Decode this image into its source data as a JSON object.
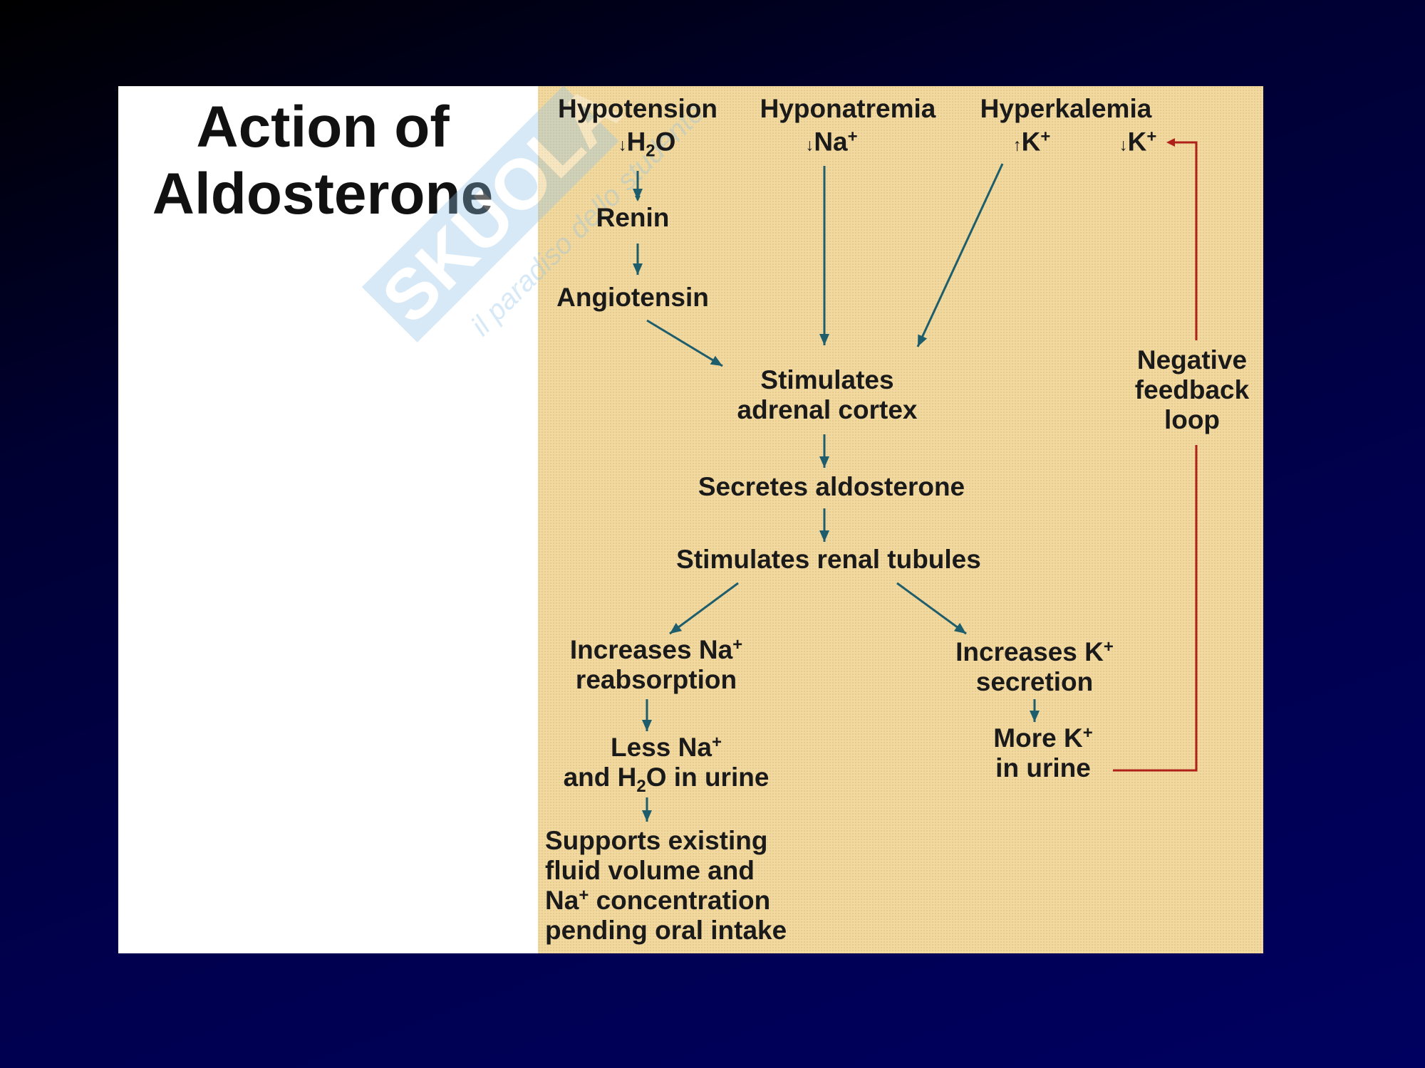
{
  "title": {
    "line1": "Action of",
    "line2": "Aldosterone"
  },
  "watermark": {
    "brand": "SKUOLA.net",
    "tagline": "il paradiso dello studente"
  },
  "colors": {
    "arrow": "#1e5d6b",
    "feedback": "#b0201a",
    "panel": "#f2d9a0"
  },
  "diagram": {
    "triggers": [
      "Hypotension",
      "Hyponatremia",
      "Hyperkalemia"
    ],
    "h2o": {
      "arrow": "↓",
      "a": "H",
      "sub": "2",
      "b": "O"
    },
    "na": {
      "arrow": "↓",
      "a": "Na",
      "sup": "+"
    },
    "k_up": {
      "arrow": "↑",
      "a": "K",
      "sup": "+"
    },
    "k_down": {
      "arrow": "↓",
      "a": "K",
      "sup": "+"
    },
    "renin": "Renin",
    "angiotensin": "Angiotensin",
    "adrenal": [
      "Stimulates",
      "adrenal cortex"
    ],
    "secretes": "Secretes aldosterone",
    "renal": "Stimulates renal tubules",
    "na_reabs": {
      "a": "Increases Na",
      "sup": "+",
      "b": "reabsorption"
    },
    "k_secr": {
      "a": "Increases K",
      "sup": "+",
      "b": "secretion"
    },
    "less_na": {
      "a": "Less Na",
      "sup": "+",
      "b": "and H",
      "sub": "2",
      "c": "O in urine"
    },
    "more_k": {
      "a": "More K",
      "sup": "+",
      "b": "in urine"
    },
    "supports": {
      "l1": "Supports existing",
      "l2": "fluid volume and",
      "l3a": "Na",
      "l3sup": "+",
      "l3b": " concentration",
      "l4": "pending oral intake"
    },
    "feedback": [
      "Negative",
      "feedback",
      "loop"
    ]
  }
}
